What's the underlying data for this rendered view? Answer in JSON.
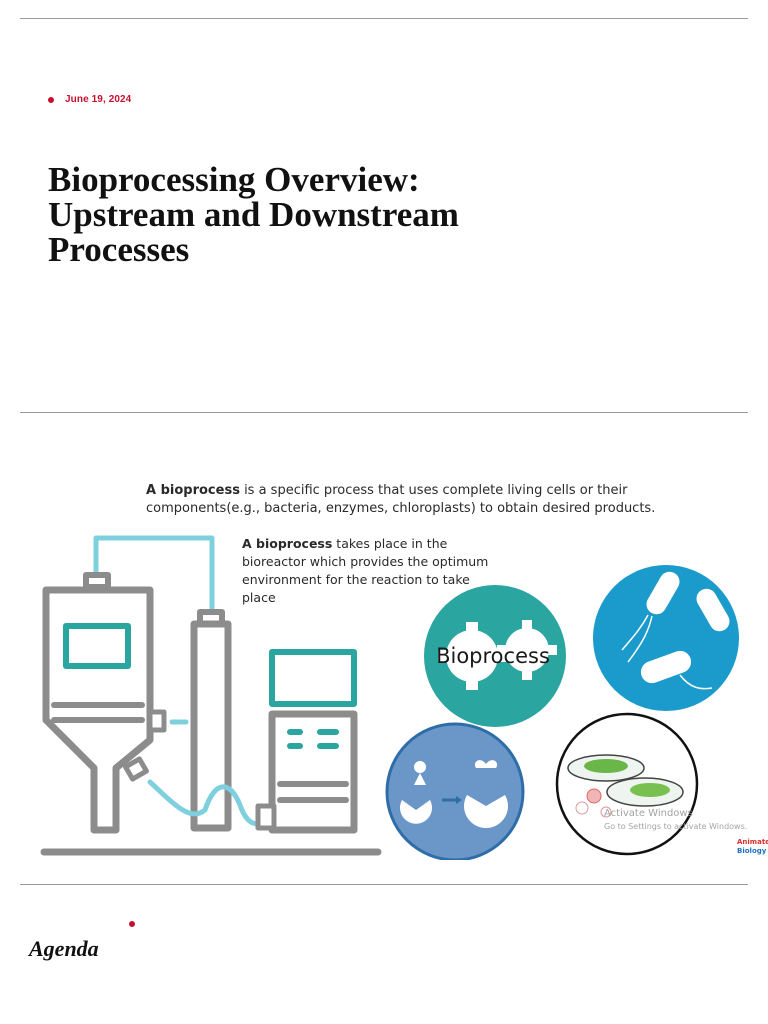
{
  "post": {
    "date": "June 19, 2024",
    "title_lines": [
      "Bioprocessing Overview:",
      "Upstream and Downstream",
      "Processes"
    ]
  },
  "figure": {
    "definition_lines": [
      {
        "bold": "A bioprocess",
        "rest": " is a specific process that uses complete living cells or their"
      },
      {
        "bold": "",
        "rest": "components(e.g., bacteria, enzymes, chloroplasts) to obtain desired products."
      }
    ],
    "reactor_lines": [
      {
        "bold": "A bioprocess",
        "rest": " takes place in the"
      },
      {
        "bold": "",
        "rest": "bioreactor which provides the optimum"
      },
      {
        "bold": "",
        "rest": "environment for the reaction to take"
      },
      {
        "bold": "",
        "rest": "place"
      }
    ],
    "gear_label": "Bioprocess",
    "watermark_line1": "Activate Windows",
    "watermark_line2": "Go to Settings to activate Windows.",
    "logo_line1": "Animated",
    "logo_line2": "Biology",
    "colors": {
      "teal": "#2aa5a0",
      "blue": "#1b9bcb",
      "steel": "#6b96c8",
      "gray": "#8c8c8c",
      "cyan": "#7fd0df"
    }
  },
  "section": {
    "heading": "Agenda"
  }
}
